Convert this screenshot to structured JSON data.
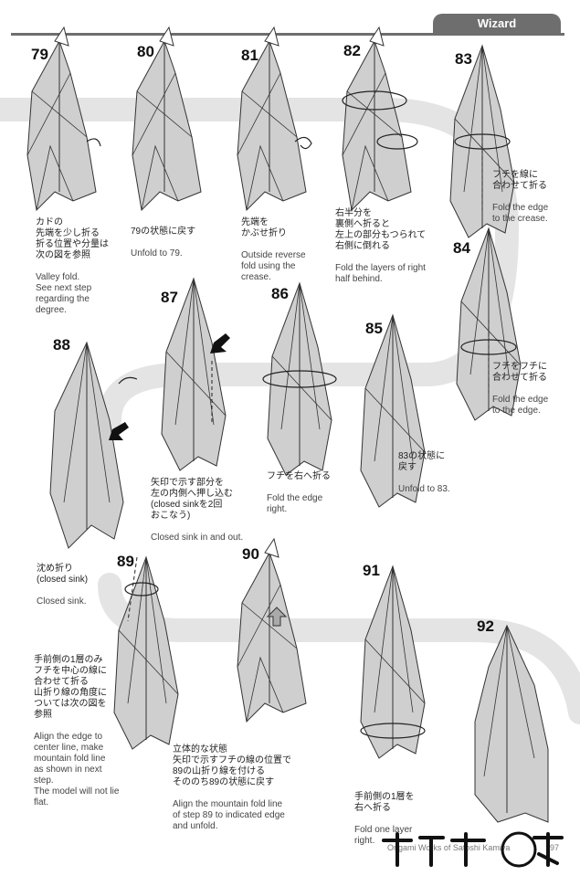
{
  "header": {
    "tab_label": "Wizard"
  },
  "steps": {
    "s79": {
      "num": "79",
      "jp": "カドの\n先端を少し折る\n折る位置や分量は\n次の図を参照",
      "en": "Valley fold.\nSee next step\nregarding the\ndegree."
    },
    "s80": {
      "num": "80",
      "jp": "79の状態に戻す",
      "en": "Unfold to 79."
    },
    "s81": {
      "num": "81",
      "jp": "先端を\nかぶせ折り",
      "en": "Outside reverse\nfold using the\ncrease."
    },
    "s82": {
      "num": "82",
      "jp": "右半分を\n裏側へ折ると\n左上の部分もつられて\n右側に倒れる",
      "en": "Fold the layers of right\nhalf behind."
    },
    "s83": {
      "num": "83",
      "jp": "フチを線に\n合わせて折る",
      "en": "Fold the edge\nto the crease."
    },
    "s84": {
      "num": "84",
      "jp": "フチをフチに\n合わせて折る",
      "en": "Fold the edge\nto the edge."
    },
    "s85": {
      "num": "85",
      "jp": "83の状態に\n戻す",
      "en": "Unfold to 83."
    },
    "s86": {
      "num": "86",
      "jp": "フチを右へ折る",
      "en": "Fold the edge\nright."
    },
    "s87": {
      "num": "87",
      "jp": "矢印で示す部分を\n左の内側へ押し込む\n(closed sinkを2回\nおこなう)",
      "en": "Closed sink in and out."
    },
    "s88": {
      "num": "88",
      "jp": "沈め折り\n(closed sink)",
      "en": "Closed sink."
    },
    "s89": {
      "num": "89",
      "jp": "手前側の1層のみ\nフチを中心の線に\n合わせて折る\n山折り線の角度に\nついては次の図を\n参照",
      "en": "Align the edge to\ncenter line, make\nmountain fold line\nas shown in next\nstep.\nThe model will not lie flat."
    },
    "s90": {
      "num": "90",
      "jp": "立体的な状態\n矢印で示すフチの線の位置で\n89の山折り線を付ける\nそののち89の状態に戻す",
      "en": "Align the mountain fold line\nof step 89 to indicated edge\nand unfold."
    },
    "s91": {
      "num": "91",
      "jp": "手前側の1層を\n右へ折る",
      "en": "Fold one layer\nright."
    },
    "s92": {
      "num": "92"
    }
  },
  "footer": {
    "credit": "Origami Works of Satoshi Kamiya",
    "page": "97"
  },
  "watermark": {
    "text": "折纸艺术"
  }
}
